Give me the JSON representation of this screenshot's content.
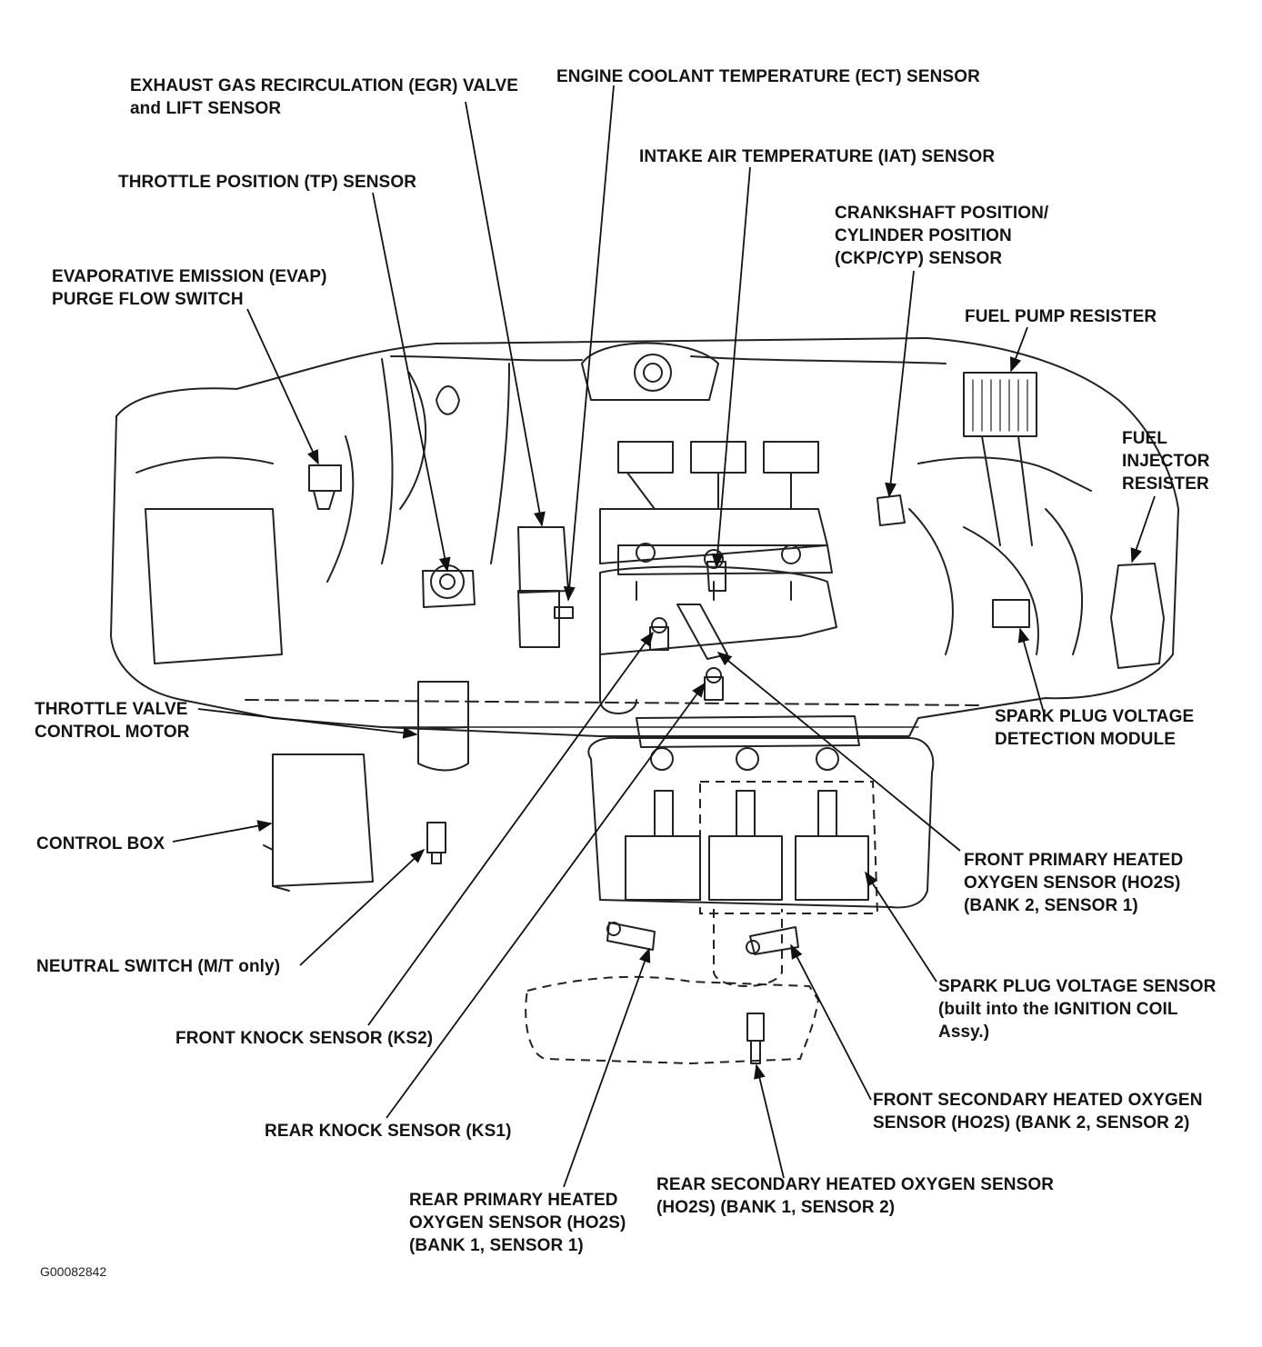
{
  "diagram": {
    "labels": {
      "egr": [
        "EXHAUST GAS RECIRCULATION (EGR) VALVE",
        "and LIFT SENSOR"
      ],
      "ect": [
        "ENGINE COOLANT TEMPERATURE (ECT) SENSOR"
      ],
      "iat": [
        "INTAKE AIR TEMPERATURE (IAT) SENSOR"
      ],
      "tp": [
        "THROTTLE POSITION (TP) SENSOR"
      ],
      "ckp": [
        "CRANKSHAFT POSITION/",
        "CYLINDER POSITION",
        "(CKP/CYP) SENSOR"
      ],
      "evap": [
        "EVAPORATIVE EMISSION (EVAP)",
        "PURGE FLOW SWITCH"
      ],
      "fuelpump": [
        "FUEL PUMP RESISTER"
      ],
      "fuelinj": [
        "FUEL",
        "INJECTOR",
        "RESISTER"
      ],
      "tvcm": [
        "THROTTLE VALVE",
        "CONTROL MOTOR"
      ],
      "spvdm": [
        "SPARK PLUG VOLTAGE",
        "DETECTION MODULE"
      ],
      "controlbox": [
        "CONTROL BOX"
      ],
      "fpho2s": [
        "FRONT PRIMARY HEATED",
        "OXYGEN SENSOR (HO2S)",
        "(BANK 2, SENSOR 1)"
      ],
      "neutral": [
        "NEUTRAL SWITCH (M/T only)"
      ],
      "spvs": [
        "SPARK PLUG VOLTAGE SENSOR",
        "(built into the IGNITION COIL",
        "Assy.)"
      ],
      "ks2": [
        "FRONT KNOCK SENSOR (KS2)"
      ],
      "fsho2s": [
        "FRONT SECONDARY HEATED OXYGEN",
        "SENSOR (HO2S) (BANK 2, SENSOR 2)"
      ],
      "ks1": [
        "REAR KNOCK SENSOR (KS1)"
      ],
      "rsho2s": [
        "REAR SECONDARY HEATED OXYGEN SENSOR",
        "(HO2S) (BANK 1, SENSOR 2)"
      ],
      "rpho2s": [
        "REAR PRIMARY HEATED",
        "OXYGEN SENSOR (HO2S)",
        "(BANK 1, SENSOR 1)"
      ]
    },
    "figure_id": "G00082842"
  }
}
